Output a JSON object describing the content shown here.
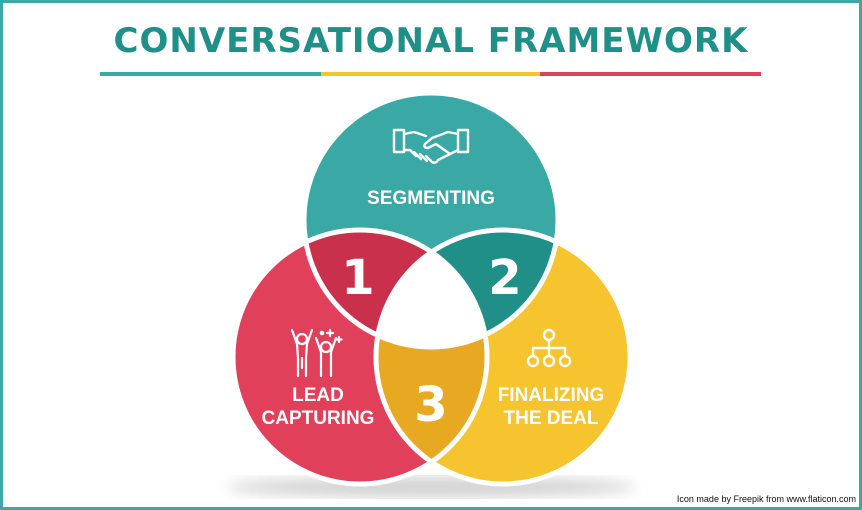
{
  "title": "CONVERSATIONAL FRAMEWORK",
  "colors": {
    "teal": "#3aa8a5",
    "teal_dark": "#1f8f88",
    "red": "#e0405a",
    "red_dark": "#c9304c",
    "yellow": "#f5c42e",
    "yellow_dark": "#e8a922",
    "white": "#ffffff"
  },
  "segments": [
    {
      "label": "SEGMENTING",
      "icon": "handshake-icon",
      "color": "#3aa8a5"
    },
    {
      "label_lines": [
        "LEAD",
        "CAPTURING"
      ],
      "icon": "celebrating-people-icon",
      "color": "#e0405a"
    },
    {
      "label_lines": [
        "FINALIZING",
        "THE DEAL"
      ],
      "icon": "hierarchy-icon",
      "color": "#f5c42e"
    }
  ],
  "overlaps": [
    {
      "number": "1",
      "color": "#c9304c"
    },
    {
      "number": "2",
      "color": "#1f8f88"
    },
    {
      "number": "3",
      "color": "#e8a922"
    }
  ],
  "credit": "Icon made by Freepik from www.flaticon.com"
}
